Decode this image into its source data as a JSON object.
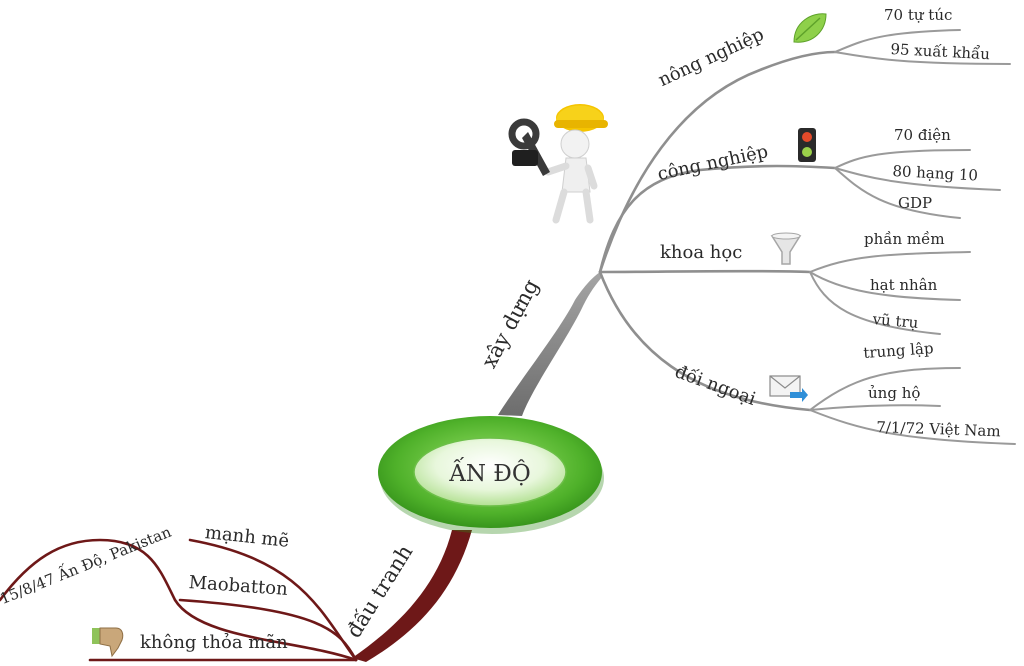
{
  "center": {
    "label": "ẤN ĐỘ",
    "color": "#5fbf3a"
  },
  "branches": {
    "xay_dung": {
      "label": "xây dựng",
      "children": {
        "nong_nghiep": {
          "label": "nông nghiệp",
          "icon": "leaf-icon",
          "leaves": [
            "70 tự túc",
            "95 xuất khẩu"
          ]
        },
        "cong_nghiep": {
          "label": "công nghiệp",
          "icon": "traffic-light-icon",
          "leaves": [
            "70 điện",
            "80 hạng 10",
            "GDP"
          ]
        },
        "khoa_hoc": {
          "label": "khoa học",
          "icon": "funnel-icon",
          "leaves": [
            "phần mềm",
            "hạt nhân",
            "vũ trụ"
          ]
        },
        "doi_ngoai": {
          "label": "đối ngoại",
          "icon": "envelope-icon",
          "leaves": [
            "trung lập",
            "ủng hộ",
            "7/1/72 Việt Nam"
          ]
        }
      }
    },
    "dau_tranh": {
      "label": "đấu tranh",
      "children": {
        "top": "15/8/47 Ấn Độ, Pakistan",
        "a": "mạnh mẽ",
        "b": "Maobatton",
        "c": "không thỏa mãn",
        "c_icon": "thumbs-down-icon"
      }
    }
  },
  "illustration": "worker-figure-icon",
  "colors": {
    "gray": "#8f8f8f",
    "dark_red": "#6e1818",
    "green": "#5fbf3a",
    "helmet": "#f5c400"
  }
}
